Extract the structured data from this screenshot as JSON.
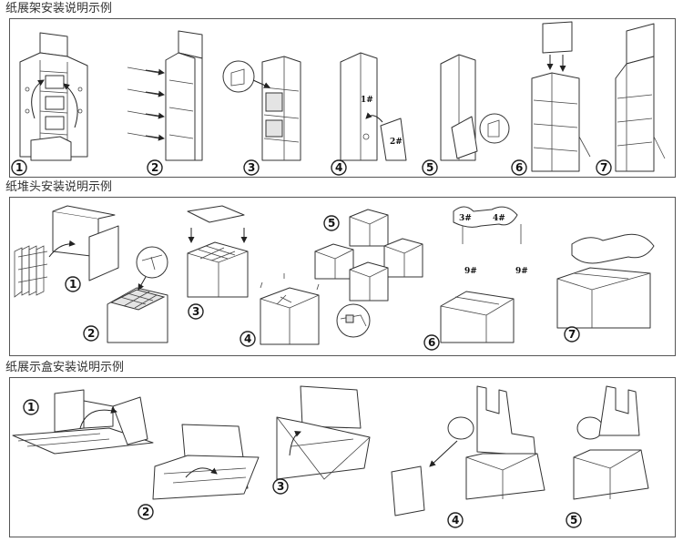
{
  "sections": [
    {
      "title": "纸展架安装说明示例",
      "steps": [
        "1",
        "2",
        "3",
        "4",
        "5",
        "6",
        "7"
      ]
    },
    {
      "title": "纸堆头安装说明示例",
      "steps": [
        "1",
        "2",
        "3",
        "4",
        "5",
        "6",
        "7"
      ]
    },
    {
      "title": "纸展示盒安装说明示例",
      "steps": [
        "1",
        "2",
        "3",
        "4",
        "5"
      ]
    }
  ],
  "part_labels": {
    "p1": "1#",
    "p2": "2#",
    "p3": "3#",
    "p4": "4#",
    "p9a": "9#",
    "p9b": "9#"
  }
}
